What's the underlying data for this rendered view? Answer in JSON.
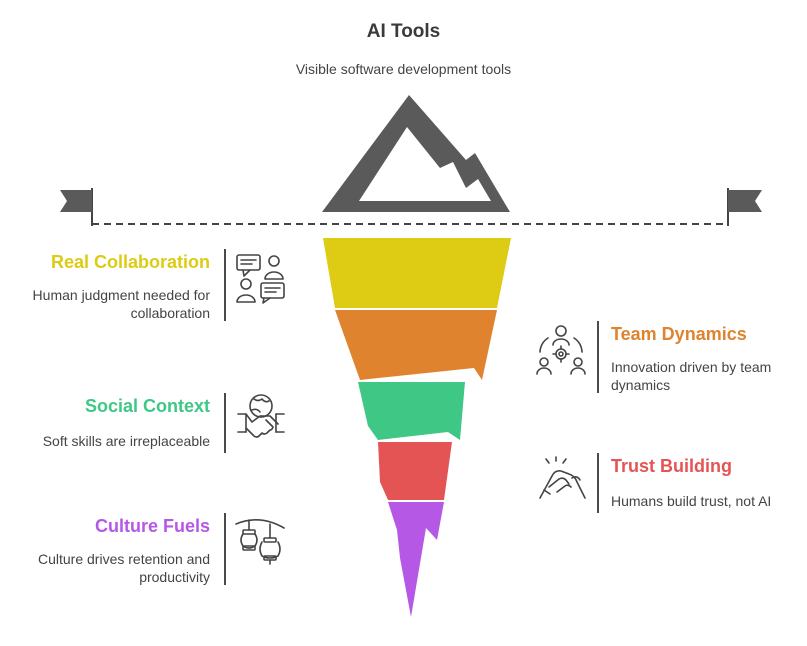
{
  "header": {
    "title": "AI Tools",
    "subtitle": "Visible software development tools"
  },
  "items": [
    {
      "heading": "Real Collaboration",
      "description": "Human judgment needed for collaboration",
      "color": "#DDCB14",
      "icon": "chat-people-icon",
      "side": "left"
    },
    {
      "heading": "Team Dynamics",
      "description": "Innovation driven by team dynamics",
      "color": "#DF832E",
      "icon": "team-gear-icon",
      "side": "right"
    },
    {
      "heading": "Social Context",
      "description": "Soft skills are irreplaceable",
      "color": "#3EC785",
      "icon": "globe-handshake-icon",
      "side": "left"
    },
    {
      "heading": "Trust Building",
      "description": "Humans build trust, not AI",
      "color": "#E55454",
      "icon": "clasped-hands-icon",
      "side": "right"
    },
    {
      "heading": "Culture Fuels",
      "description": "Culture drives retention and productivity",
      "color": "#B558E6",
      "icon": "lanterns-icon",
      "side": "left"
    }
  ],
  "colors": {
    "mountain": "#5A5A5A",
    "flag": "#5A5A5A",
    "waterline": "#444444"
  }
}
